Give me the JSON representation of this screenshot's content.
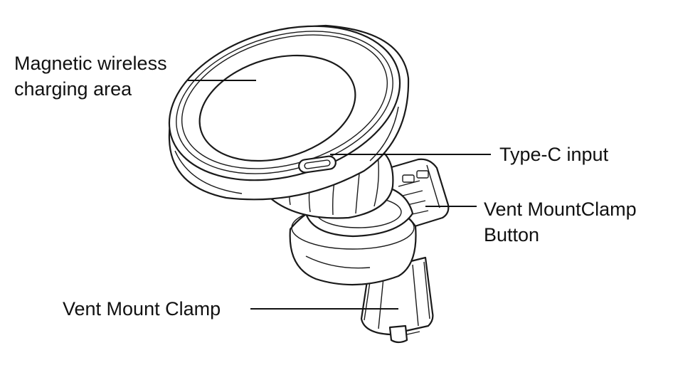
{
  "labels": {
    "charging_area": [
      "Magnetic wireless",
      "charging area"
    ],
    "type_c": "Type-C input",
    "vent_button": [
      "Vent MountClamp",
      "Button"
    ],
    "vent_clamp": "Vent Mount Clamp"
  }
}
